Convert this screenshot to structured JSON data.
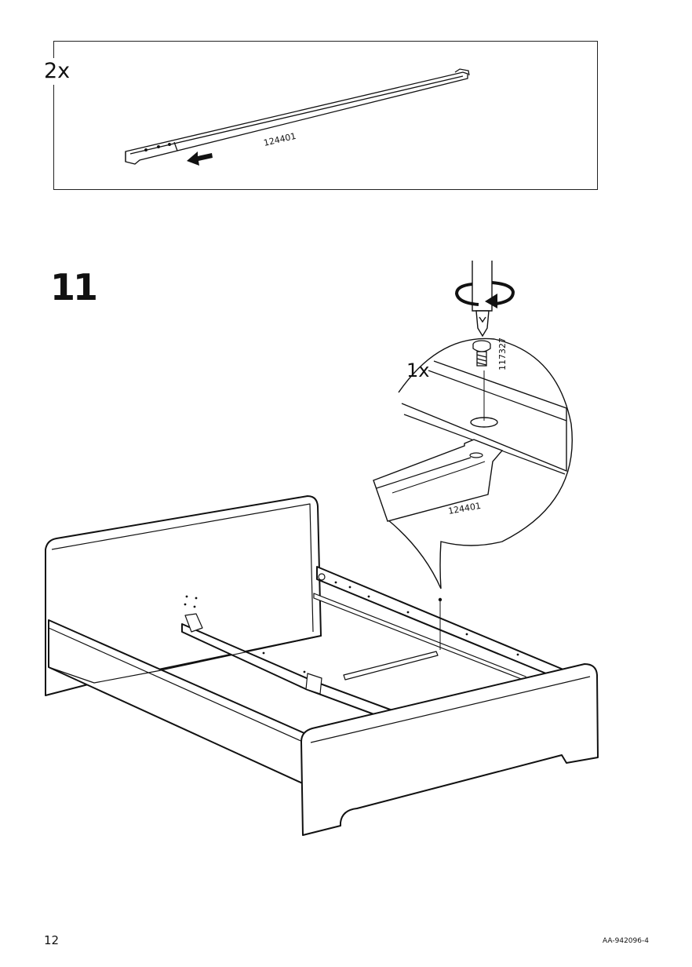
{
  "parts_box": {
    "quantity": "2x",
    "part_number": "124401"
  },
  "step": {
    "number": "11",
    "screw_quantity": "1x",
    "screw_part_number": "117327",
    "rail_part_number": "124401"
  },
  "footer": {
    "page_number": "12",
    "document_code": "AA-942096-4"
  },
  "icons": [
    "screwdriver-icon",
    "rotation-arrow-icon",
    "direction-arrow-icon"
  ]
}
